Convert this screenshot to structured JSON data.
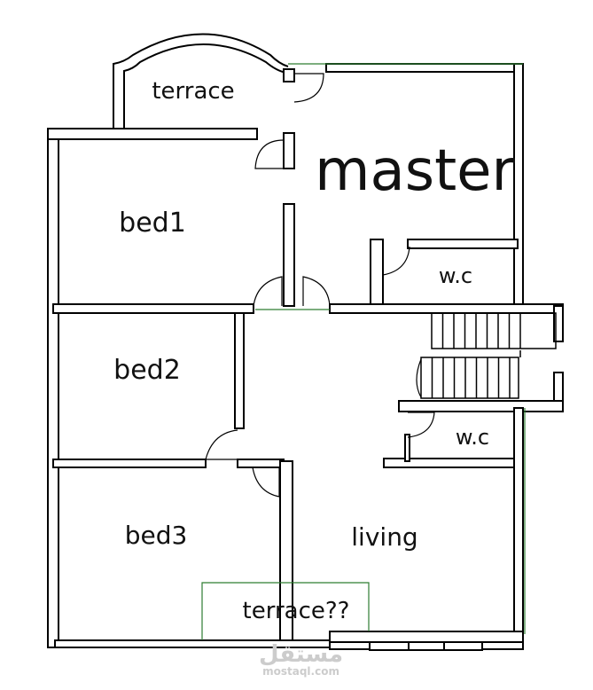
{
  "rooms": {
    "terrace_top": "terrace",
    "master": "master",
    "bed1": "bed1",
    "wc_master": "w.c",
    "bed2": "bed2",
    "wc_lower": "w.c",
    "bed3": "bed3",
    "living": "living",
    "terrace_bottom": "terrace??"
  },
  "watermark": {
    "arabic": "مستقل",
    "latin": "mostaql.com"
  },
  "colors": {
    "wall": "#000000",
    "annotation": "#2e7d32"
  }
}
